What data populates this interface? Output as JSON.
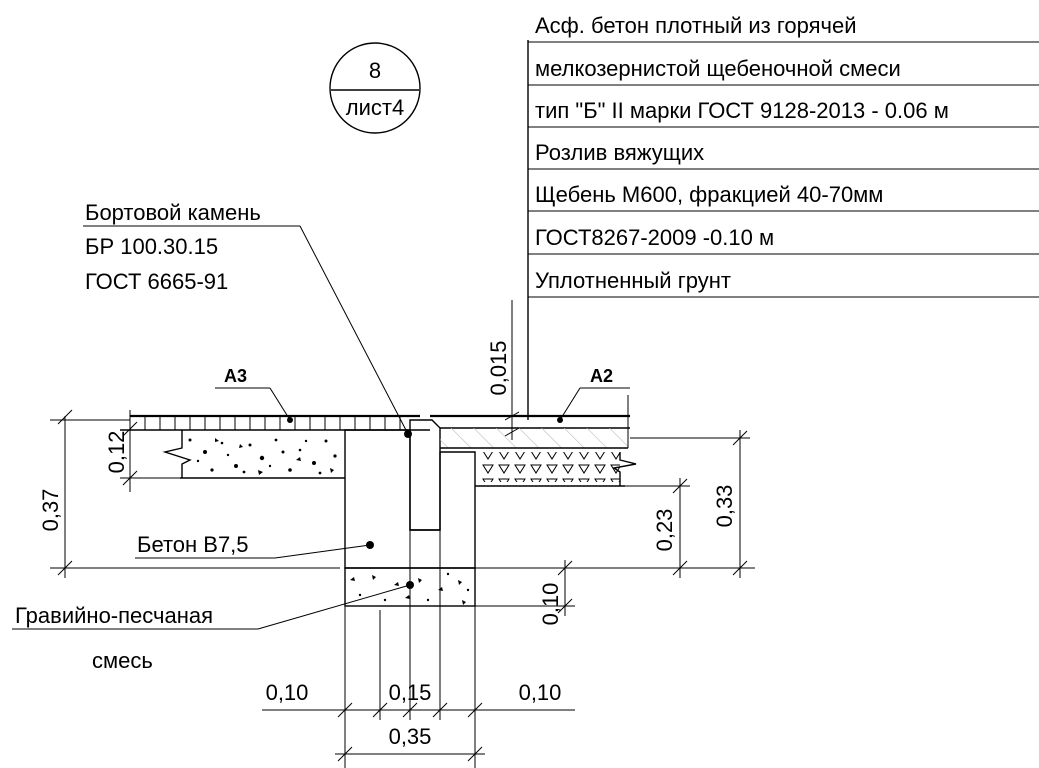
{
  "callout": {
    "number": "8",
    "sheet": "лист4"
  },
  "layers": [
    "Асф. бетон  плотный  из  горячей",
    "мелкозернистой  щебеночной  смеси",
    "тип \"Б\" II  марки  ГОСТ 9128-2013 - 0.06 м",
    "Розлив вяжущих",
    "Щебень М600, фракцией 40-70мм",
    "ГОСТ8267-2009 -0.10 м",
    "Уплотненный грунт"
  ],
  "labels": {
    "curb_title": "Бортовой камень",
    "curb_mark": "БР 100.30.15",
    "curb_gost": "ГОСТ 6665-91",
    "concrete": "Бетон В7,5",
    "gravel_1": "Гравийно-песчаная",
    "gravel_2": "смесь",
    "a3": "А3",
    "a2": "А2"
  },
  "dimensions": {
    "d_0015": "0,015",
    "d_012": "0,12",
    "d_037": "0,37",
    "d_023": "0,23",
    "d_033": "0,33",
    "d_010_v": "0,10",
    "d_010_l": "0,10",
    "d_015": "0,15",
    "d_010_r": "0,10",
    "d_035": "0,35"
  }
}
